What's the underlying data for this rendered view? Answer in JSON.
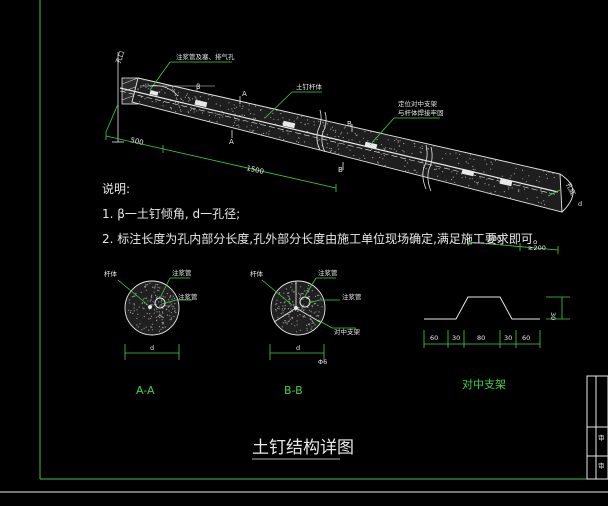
{
  "diagram": {
    "top": {
      "hole_label": "孔口",
      "grout_pipe_label": "注浆管及塞、排气孔",
      "nail_body_label": "土钉杆体",
      "bracket_label": "定位对中支架",
      "bracket_label2": "与杆体焊接牢固",
      "end_label": "孔底",
      "section_a": "A",
      "section_b": "B",
      "dim_500": "500",
      "dim_1500": "1500",
      "beta": "β",
      "d": "d",
      "dim_right_500": "500",
      "dim_right_200": "≥200"
    },
    "notes": {
      "heading": "说明:",
      "line1": "1. β一土钉倾角, d一孔径;",
      "line2": "2. 标注长度为孔内部分长度,孔外部分长度由施工单位现场确定,满足施工要求即可。"
    },
    "sections": {
      "aa": {
        "rod": "杆体",
        "grout": "注浆管",
        "grout2": "注浆管",
        "d": "d",
        "label": "A-A"
      },
      "bb": {
        "rod": "杆体",
        "grout": "注浆管",
        "grout2": "注浆管",
        "bracket": "对中支架",
        "d": "d",
        "phi": "Φ6",
        "label": "B-B"
      }
    },
    "bracket": {
      "dims": [
        "60",
        "30",
        "80",
        "30",
        "60"
      ],
      "height": "30",
      "label": "对中支架"
    },
    "title": "土钉结构详图"
  }
}
